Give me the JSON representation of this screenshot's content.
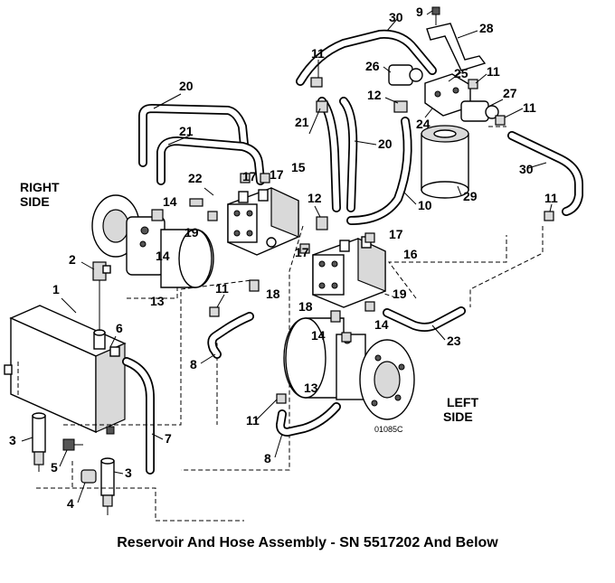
{
  "caption": "Reservoir And Hose Assembly - SN 5517202 And Below",
  "side_labels": {
    "right_line1": "RIGHT",
    "right_line2": "SIDE",
    "left_line1": "LEFT",
    "left_line2": "SIDE"
  },
  "drawing_code": "01085C",
  "callouts": {
    "c1": "1",
    "c2": "2",
    "c3a": "3",
    "c3b": "3",
    "c4": "4",
    "c5": "5",
    "c6": "6",
    "c7": "7",
    "c8a": "8",
    "c8b": "8",
    "c9": "9",
    "c10": "10",
    "c11a": "11",
    "c11b": "11",
    "c11c": "11",
    "c11d": "11",
    "c11e": "11",
    "c11f": "11",
    "c12a": "12",
    "c12b": "12",
    "c13a": "13",
    "c13b": "13",
    "c14a": "14",
    "c14b": "14",
    "c14c": "14",
    "c14d": "14",
    "c15": "15",
    "c16": "16",
    "c17a": "17",
    "c17b": "17",
    "c17c": "17",
    "c17d": "17",
    "c18a": "18",
    "c18b": "18",
    "c19a": "19",
    "c19b": "19",
    "c20a": "20",
    "c20b": "20",
    "c21a": "21",
    "c21b": "21",
    "c22": "22",
    "c23": "23",
    "c24": "24",
    "c25": "25",
    "c26": "26",
    "c27": "27",
    "c28": "28",
    "c29": "29",
    "c30a": "30",
    "c30b": "30"
  }
}
